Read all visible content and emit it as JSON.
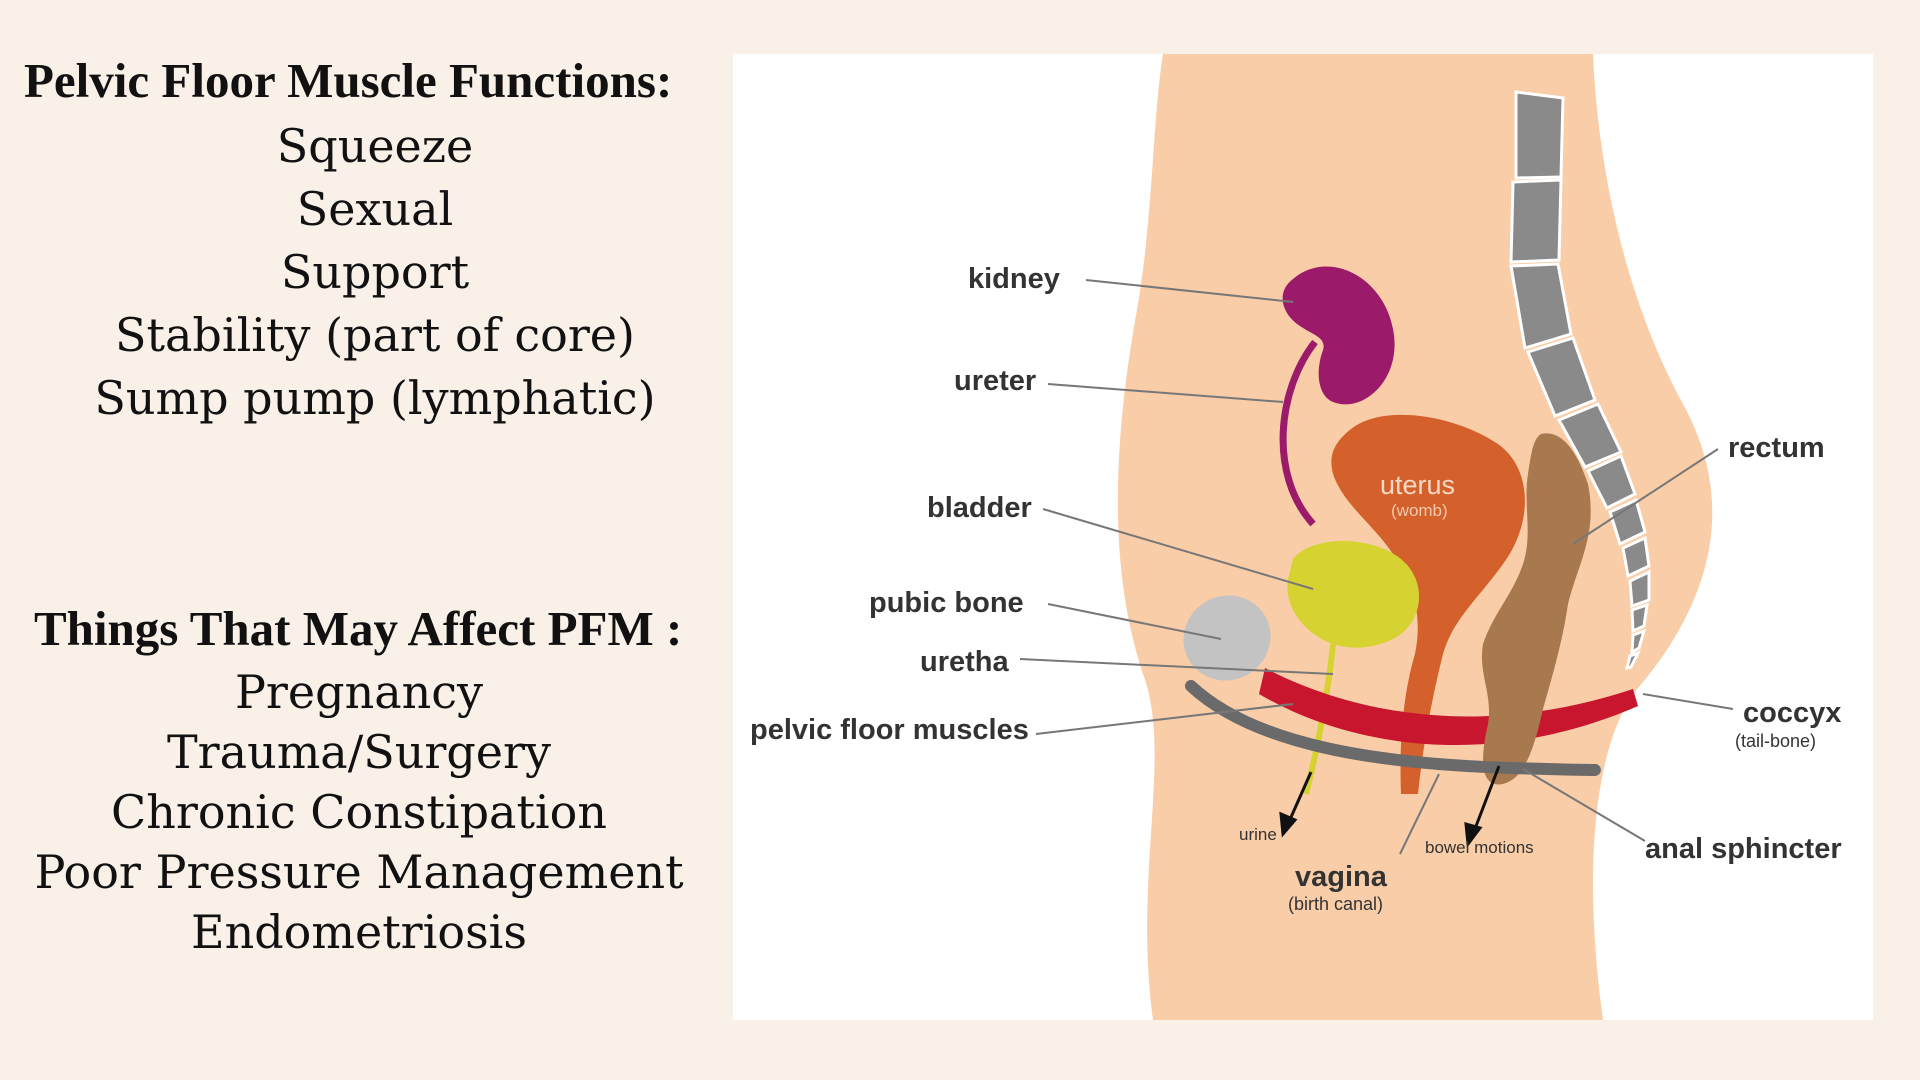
{
  "functions": {
    "heading": "Pelvic Floor Muscle Functions",
    "heading_suffix": ":",
    "items": [
      "Squeeze",
      "Sexual",
      "Support",
      "Stability (part of core)",
      "Sump pump (lymphatic)"
    ]
  },
  "affects": {
    "heading": "Things That May Affect PFM :",
    "items": [
      "Pregnancy",
      "Trauma/Surgery",
      "Chronic Constipation",
      "Poor Pressure Management",
      "Endometriosis"
    ]
  },
  "diagram": {
    "labels": {
      "kidney": "kidney",
      "ureter": "ureter",
      "bladder": "bladder",
      "pubic_bone": "pubic bone",
      "uretha": "uretha",
      "pelvic_floor_muscles": "pelvic floor muscles",
      "uterus": "uterus",
      "uterus_sub": "(womb)",
      "rectum": "rectum",
      "coccyx": "coccyx",
      "coccyx_sub": "(tail-bone)",
      "anal_sphincter": "anal sphincter",
      "urine": "urine",
      "bowel_motions": "bowel motions",
      "vagina": "vagina",
      "vagina_sub": "(birth canal)"
    },
    "colors": {
      "body": "#f9cda7",
      "kidney": "#9b1b6a",
      "uterus": "#d4602b",
      "bladder": "#d5d232",
      "pubic_bone": "#c3c3c3",
      "rectum": "#a8794f",
      "pelvic_floor": "#c7162d",
      "spine": "#8a8a8a"
    }
  }
}
